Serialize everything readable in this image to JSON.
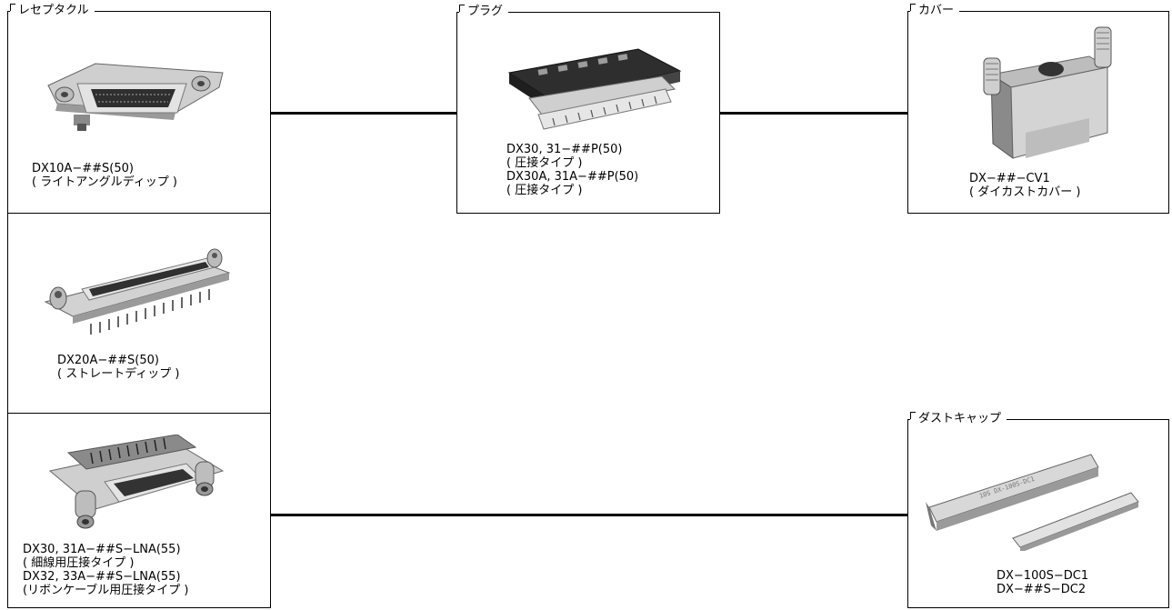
{
  "receptacle": {
    "title": "レセプタクル",
    "items": [
      {
        "lines": [
          "DX10A−##S(50)",
          "( ライトアングルディップ )"
        ]
      },
      {
        "lines": [
          "DX20A−##S(50)",
          "( ストレートディップ )"
        ]
      },
      {
        "lines": [
          "DX30, 31A−##S−LNA(55)",
          "( 細線用圧接タイプ )",
          "DX32, 33A−##S−LNA(55)",
          "(リボンケーブル用圧接タイプ )"
        ]
      }
    ]
  },
  "plug": {
    "title": "プラグ",
    "lines": [
      "DX30, 31−##P(50)",
      "( 圧接タイプ )",
      "DX30A, 31A−##P(50)",
      "( 圧接タイプ )"
    ]
  },
  "cover": {
    "title": "カバー",
    "lines": [
      "DX−##−CV1",
      "( ダイカストカバー )"
    ]
  },
  "dust_cap": {
    "title": "ダストキャップ",
    "lines": [
      "DX−100S−DC1",
      "DX−##S−DC2"
    ]
  },
  "colors": {
    "line": "#000000",
    "metal_light": "#d6d6d6",
    "metal_dark": "#7a7a7a",
    "plug_body": "#3a3a3a"
  }
}
